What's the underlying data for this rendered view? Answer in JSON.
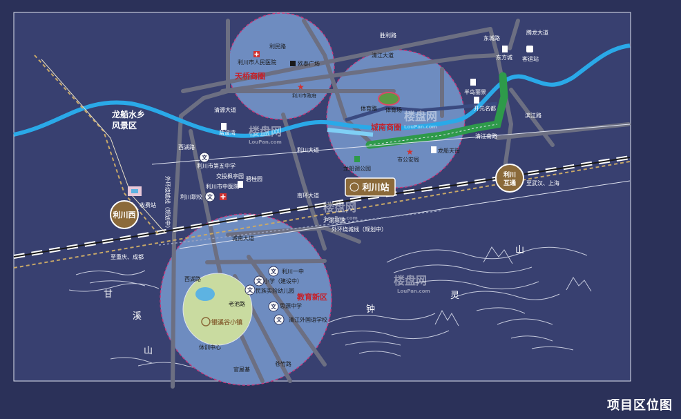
{
  "title": "项目区位图",
  "scenic": {
    "line1": "龙船水乡",
    "line2": "风景区"
  },
  "stations": {
    "west": "利川西",
    "main": "利川站",
    "interchange_l1": "利川",
    "interchange_l2": "互通"
  },
  "districts": {
    "tianqiao": "天桥商圈",
    "chengnan": "城南商圈",
    "jiaoyu": "教育新区"
  },
  "poi": {
    "hospital1": "利川市人民医院",
    "mall": "欧泰广场",
    "gov": "利川市政府",
    "sports": "体育场",
    "banda": "半岛丽景",
    "kaiyuan": "开元名都",
    "dongfang": "东方城",
    "keyun": "客运站",
    "qingjiang": "清江南路",
    "longchuan": "龙船天街",
    "police": "市公安局",
    "park": "龙船调公园",
    "lanbo": "蓝波湾",
    "school5": "利川市第五中学",
    "fengting": "交投枫亭园",
    "bigui": "碧桂园",
    "tcm": "利川市中医院",
    "vocational": "利川职校",
    "toll": "收费站",
    "liyi": "利川一中",
    "primary": "小学（建设中）",
    "kindergarten": "民族实验幼儿园",
    "sixiang": "思源中学",
    "qingjiang_school": "清江外国语学校",
    "project": "银溪谷小镇",
    "training": "体训中心"
  },
  "roads": {
    "shengli": "胜利路",
    "qingjiang_ave": "清江大道",
    "dongcheng": "东城路",
    "tenglong": "腾龙大道",
    "qingyuan": "清源大道",
    "xingfu": "利民路",
    "nanhuan": "南环大道",
    "huyu": "沪渝高速",
    "outer_rail": "外环绕城线（规划中）",
    "outer_rail_v": "外环绕城线（规划中）",
    "chengnan_ave": "城南大道",
    "xihu": "西湖路",
    "laochi": "老池路",
    "xilu": "西湖路",
    "sport_rd": "体育路",
    "binjiang": "滨江路",
    "lichuan_ave": "利川大道",
    "yanyun": "苍竹路",
    "guanfu": "官屋基",
    "to_wh": "至武汉、上海",
    "to_cq": "至重庆、成都"
  },
  "mountains": {
    "c1": "甘",
    "c2": "溪",
    "c3": "山",
    "c4": "钟",
    "c5": "灵",
    "c6": "山"
  },
  "watermark": {
    "cn": "楼盘网",
    "en": "LouPan.com"
  },
  "colors": {
    "bg": "#2b3159",
    "panel": "#3a3f6b",
    "river": "#2aa9e8",
    "circle": "#6e8cc0",
    "road": "#6c6f82",
    "rail_w": "#ffffff",
    "accent_red": "#d2312f",
    "gold": "#c8a868",
    "green": "#2e9a4a"
  }
}
